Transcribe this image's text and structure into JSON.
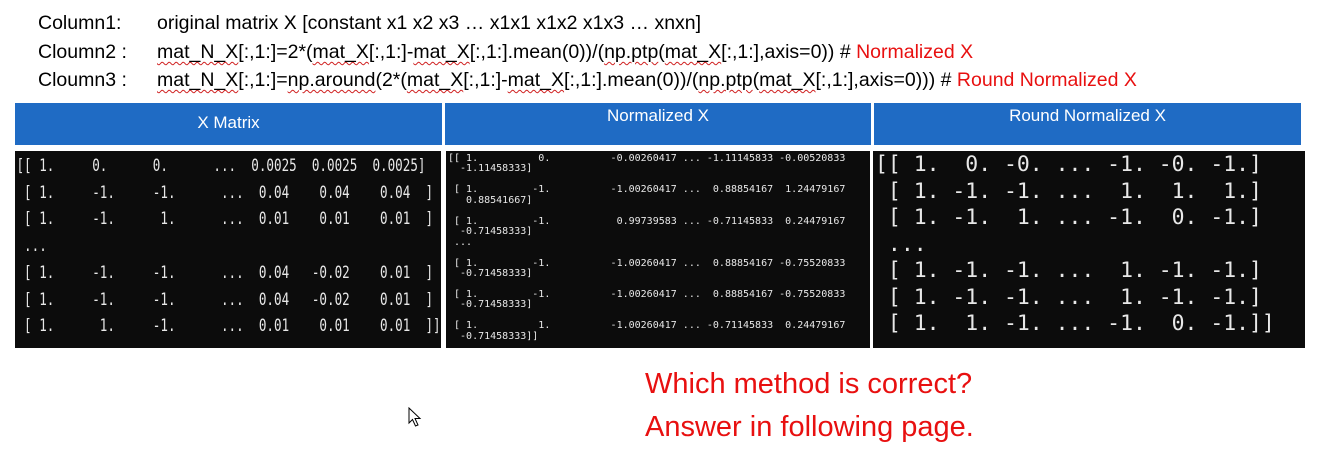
{
  "header": {
    "col1_label": "Column1:",
    "col1_text": "original matrix X [constant x1 x2 x3 … x1x1 x1x2  x1x3 … xnxn]",
    "col2_label": "Cloumn2 :",
    "col2_code_a": "mat_N_X",
    "col2_code_b": "[:,1:]=2*(",
    "col2_code_c": "mat_X",
    "col2_code_d": "[:,1:]-",
    "col2_code_e": "mat_X",
    "col2_code_f": "[:,1:].mean(0))/(",
    "col2_code_g": "np.ptp",
    "col2_code_h": "(",
    "col2_code_i": "mat_X",
    "col2_code_j": "[:,1:],axis=0)) # ",
    "col2_note": "Normalized X",
    "col3_label": "Cloumn3 :",
    "col3_code_a": "mat_N_X",
    "col3_code_b": "[:,1:]=",
    "col3_code_c": "np.around",
    "col3_code_d": "(2*(",
    "col3_code_e": "mat_X",
    "col3_code_f": "[:,1:]-",
    "col3_code_g": "mat_X",
    "col3_code_h": "[:,1:].mean(0))/(",
    "col3_code_i": "np.ptp",
    "col3_code_j": "(",
    "col3_code_k": "mat_X",
    "col3_code_l": "[:,1:],axis=0))) # ",
    "col3_note": "Round Normalized X"
  },
  "columns": {
    "col1_title": "X Matrix",
    "col2_title": "Normalized X",
    "col3_title": "Round Normalized X"
  },
  "terminals": {
    "x_matrix": "[[ 1.     0.      0.      ...  0.0025  0.0025  0.0025]\n [ 1.     -1.     -1.      ...  0.04    0.04    0.04  ]\n [ 1.     -1.      1.      ...  0.01    0.01    0.01  ]\n ...\n [ 1.     -1.     -1.      ...  0.04   -0.02    0.01  ]\n [ 1.     -1.     -1.      ...  0.04   -0.02    0.01  ]\n [ 1.      1.     -1.      ...  0.01    0.01    0.01  ]]",
    "normalized_x": "[[ 1.          0.          -0.00260417 ... -1.11145833 -0.00520833\n  -1.11458333]\n\n [ 1.         -1.          -1.00260417 ...  0.88854167  1.24479167\n   0.88541667]\n\n [ 1.         -1.           0.99739583 ... -0.71145833  0.24479167\n  -0.71458333]\n ...\n\n [ 1.         -1.          -1.00260417 ...  0.88854167 -0.75520833\n  -0.71458333]\n\n [ 1.         -1.          -1.00260417 ...  0.88854167 -0.75520833\n  -0.71458333]\n\n [ 1.          1.          -1.00260417 ... -0.71145833  0.24479167\n  -0.71458333]]",
    "round_normalized_x": "[[ 1.  0. -0. ... -1. -0. -1.]\n [ 1. -1. -1. ...  1.  1.  1.]\n [ 1. -1.  1. ... -1.  0. -1.]\n ...\n [ 1. -1. -1. ...  1. -1. -1.]\n [ 1. -1. -1. ...  1. -1. -1.]\n [ 1.  1. -1. ... -1.  0. -1.]]"
  },
  "question": {
    "line1": "Which method is correct?",
    "line2": "Answer in following page."
  },
  "colors": {
    "header_blue": "#1f6bc4",
    "accent_red": "#e81010",
    "terminal_bg": "#0c0c0c"
  },
  "icons": {
    "cursor": "mouse-pointer-icon"
  }
}
